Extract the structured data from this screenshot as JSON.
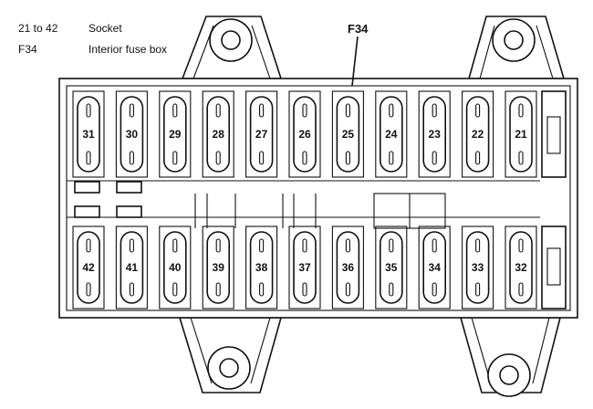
{
  "legend": [
    {
      "code": "21 to 42",
      "description": "Socket"
    },
    {
      "code": "F34",
      "description": "Interior fuse box"
    }
  ],
  "callout_label": "F34",
  "fuses_top": [
    "31",
    "30",
    "29",
    "28",
    "27",
    "26",
    "25",
    "24",
    "23",
    "22",
    "21"
  ],
  "fuses_bottom": [
    "42",
    "41",
    "40",
    "39",
    "38",
    "37",
    "36",
    "35",
    "34",
    "33",
    "32"
  ]
}
